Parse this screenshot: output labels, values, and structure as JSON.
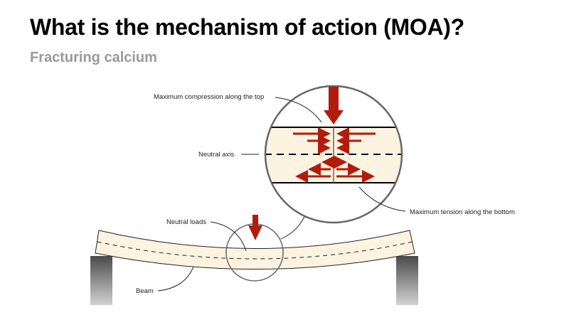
{
  "header": {
    "title": "What is the mechanism of action (MOA)?",
    "subtitle": "Fracturing calcium"
  },
  "diagram": {
    "labels": {
      "max_compression": "Maximum compression along the top",
      "neutral_axis": "Neutral axis",
      "max_tension": "Maximum tension along the bottom",
      "neutral_loads": "Neutral loads",
      "beam": "Beam"
    },
    "colors": {
      "beam_fill": "#fdf3e1",
      "arrow_red": "#b31b0c",
      "outline": "#666666",
      "support_dark": "#4a4a4a",
      "support_light": "#d0d0d0"
    }
  }
}
